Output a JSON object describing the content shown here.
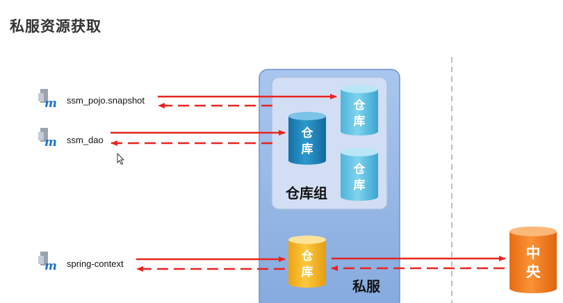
{
  "page": {
    "title": "私服资源获取"
  },
  "modules": [
    {
      "label": "ssm_pojo.snapshot"
    },
    {
      "label": "ssm_dao"
    },
    {
      "label": "spring-context"
    }
  ],
  "repository": {
    "line1": "仓",
    "line2": "库"
  },
  "central": {
    "line1": "中",
    "line2": "央"
  },
  "group_label": "仓库组",
  "private_server_label": "私服",
  "colors": {
    "arrow": "#e8231f",
    "server_box": "#93b5e4",
    "group_box": "#cfdcf2",
    "repo_light": "#5cc0e4",
    "repo_dark": "#1f86bf",
    "repo_yellow": "#f6b21c",
    "repo_orange": "#f37a1d",
    "divider": "#bdbdbd"
  },
  "icons": {
    "module": "maven-module-icon",
    "cursor": "mouse-cursor-icon"
  }
}
